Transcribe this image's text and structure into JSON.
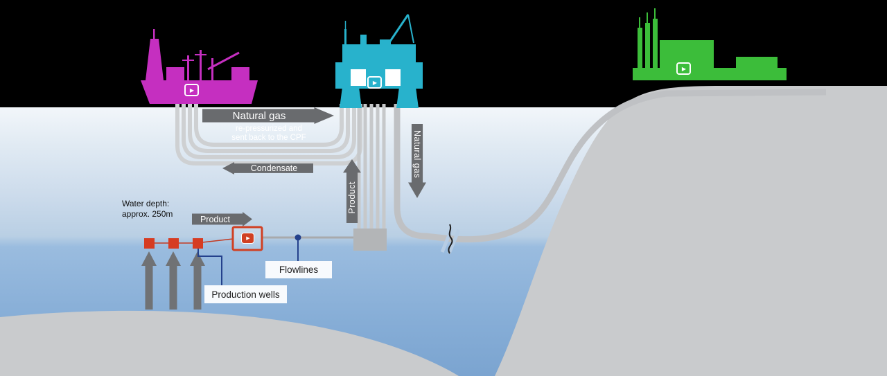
{
  "annotations": {
    "natural_gas_surface": "Natural gas",
    "repressurized_1": "re-pressurized and",
    "repressurized_2": "sent back to the CPF",
    "condensate": "Condensate",
    "product_riser": "Product",
    "natural_gas_pipeline": "Natural gas",
    "water_depth_1": "Water depth:",
    "water_depth_2": "approx. 250m",
    "product_flowline": "Product",
    "flowlines": "Flowlines",
    "production_wells": "Production wells"
  },
  "icons": {
    "play_glyph": "▶"
  },
  "colors": {
    "sky": "#000000",
    "fpso_vessel": "#c52fc0",
    "cpf_platform": "#28b2cc",
    "onshore_plant": "#3cbd3a",
    "annotation_arrow": "#696b6e",
    "pipe": "#c6c8ca",
    "land": "#c9cbcd",
    "manifold_red": "#d04023",
    "wellhead_red": "#d63c22",
    "connector_blue": "#24418c",
    "water_deep": "#7ba4d0",
    "water_surface": "#f2f6fa"
  }
}
